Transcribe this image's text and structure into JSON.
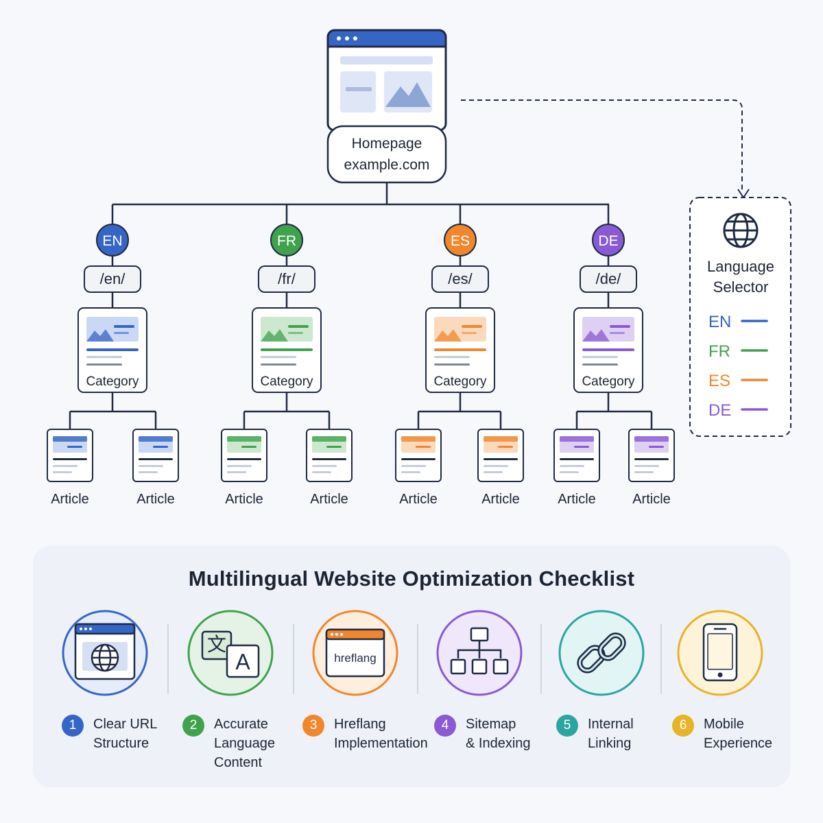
{
  "colors": {
    "navy": "#1f2a44",
    "en": "#3566c5",
    "fr": "#3fa34d",
    "es": "#f0872c",
    "de": "#8a5ad2",
    "teal": "#2aa6a2",
    "gold": "#e7b425"
  },
  "homepage": {
    "title": "Homepage",
    "domain": "example.com"
  },
  "languages": [
    {
      "code": "EN",
      "path": "/en/",
      "category_label": "Category",
      "articles": [
        "Article",
        "Article"
      ],
      "color": "#3566c5",
      "light": "#c9d8f4"
    },
    {
      "code": "FR",
      "path": "/fr/",
      "category_label": "Category",
      "articles": [
        "Article",
        "Article"
      ],
      "color": "#3fa34d",
      "light": "#cde8cf"
    },
    {
      "code": "ES",
      "path": "/es/",
      "category_label": "Category",
      "articles": [
        "Article",
        "Article"
      ],
      "color": "#f0872c",
      "light": "#fbd9bd"
    },
    {
      "code": "DE",
      "path": "/de/",
      "category_label": "Category",
      "articles": [
        "Article",
        "Article"
      ],
      "color": "#8a5ad2",
      "light": "#ddd0f3"
    }
  ],
  "language_selector": {
    "title": "Language Selector",
    "icon": "globe-icon",
    "options": [
      {
        "code": "EN",
        "color": "#3566c5"
      },
      {
        "code": "FR",
        "color": "#3fa34d"
      },
      {
        "code": "ES",
        "color": "#f0872c"
      },
      {
        "code": "DE",
        "color": "#8a5ad2"
      }
    ]
  },
  "checklist": {
    "title": "Multilingual Website Optimization Checklist",
    "items": [
      {
        "number": "1",
        "label": "Clear URL\nStructure",
        "icon": "browser-globe-icon",
        "color": "#3566c5",
        "light": "#e6edfa"
      },
      {
        "number": "2",
        "label": "Accurate\nLanguage\nContent",
        "icon": "translate-icon",
        "color": "#3fa34d",
        "light": "#e5f3e6"
      },
      {
        "number": "3",
        "label": "Hreflang\nImplementation",
        "icon": "hreflang-window-icon",
        "icon_text": "hreflang",
        "color": "#f0872c",
        "light": "#fdeede"
      },
      {
        "number": "4",
        "label": "Sitemap\n& Indexing",
        "icon": "sitemap-icon",
        "color": "#8a5ad2",
        "light": "#efe7fa"
      },
      {
        "number": "5",
        "label": "Internal\nLinking",
        "icon": "chain-link-icon",
        "color": "#2aa6a2",
        "light": "#e2f4f3"
      },
      {
        "number": "6",
        "label": "Mobile\nExperience",
        "icon": "mobile-phone-icon",
        "color": "#e7b425",
        "light": "#fcf3d9"
      }
    ]
  }
}
